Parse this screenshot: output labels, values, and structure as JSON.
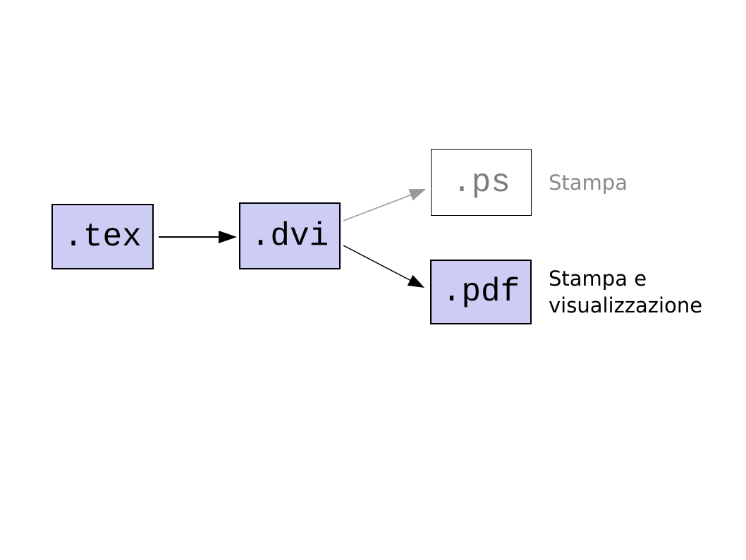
{
  "diagram": {
    "title": "latex-workflow-diagram",
    "nodes": [
      {
        "id": "tex",
        "label": ".tex"
      },
      {
        "id": "dvi",
        "label": ".dvi"
      },
      {
        "id": "ps",
        "label": ".ps"
      },
      {
        "id": "pdf",
        "label": ".pdf"
      }
    ],
    "edges": [
      {
        "from": "tex",
        "to": "dvi",
        "color": "#000000"
      },
      {
        "from": "dvi",
        "to": "ps",
        "color": "#999999"
      },
      {
        "from": "dvi",
        "to": "pdf",
        "color": "#000000"
      }
    ],
    "annotations": [
      {
        "for": "ps",
        "text": "Stampa",
        "color": "#8a8a8a"
      },
      {
        "for": "pdf",
        "text": "Stampa e\nvisualizzazione",
        "color": "#000000"
      }
    ],
    "colors": {
      "node_fill": "#ccccf5",
      "node_border": "#000000",
      "ps_fill": "#ffffff",
      "ps_text": "#7d7d7d",
      "gray_arrow": "#999999",
      "background": "#ffffff"
    }
  }
}
